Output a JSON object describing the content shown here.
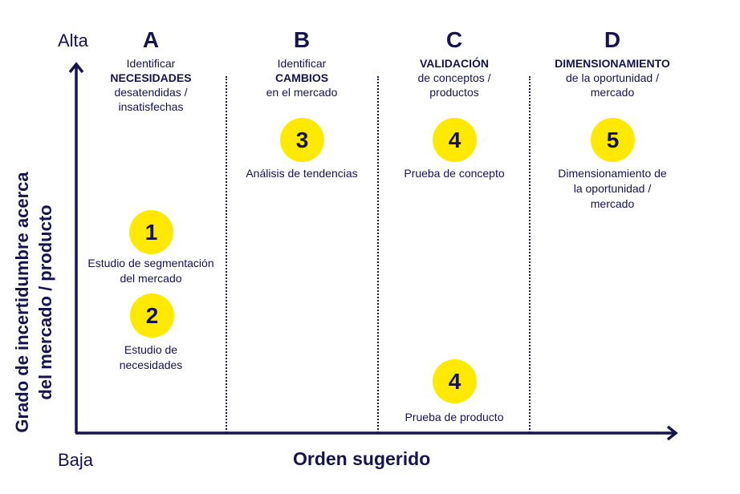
{
  "axes": {
    "y_high": "Alta",
    "y_low": "Baja",
    "y_title_line1": "Grado de incertidumbre acerca",
    "y_title_line2": "del mercado / producto",
    "x_title": "Orden sugerido"
  },
  "columns": [
    {
      "letter": "A",
      "line1": "Identificar",
      "bold": "NECESIDADES",
      "line3": "desatendidas /",
      "line4": "insatisfechas"
    },
    {
      "letter": "B",
      "line1": "Identificar",
      "bold": "CAMBIOS",
      "line3": "en el mercado"
    },
    {
      "letter": "C",
      "bold": "VALIDACIÓN",
      "line3": "de conceptos /",
      "line4": "productos"
    },
    {
      "letter": "D",
      "bold": "DIMENSIONAMIENTO",
      "line3": "de la oportunidad /",
      "line4": "mercado"
    }
  ],
  "steps": [
    {
      "number": "1",
      "line1": "Estudio de segmentación",
      "line2": "del mercado"
    },
    {
      "number": "2",
      "line1": "Estudio de",
      "line2": "necesidades"
    },
    {
      "number": "3",
      "line1": "Análisis de tendencias"
    },
    {
      "number": "4",
      "line1": "Prueba de concepto"
    },
    {
      "number": "5",
      "line1": "Dimensionamiento de",
      "line2": "la oportunidad /",
      "line3": "mercado"
    },
    {
      "number": "4",
      "line1": "Prueba de producto"
    }
  ],
  "colors": {
    "navy": "#15144f",
    "yellow": "#ffe900"
  }
}
